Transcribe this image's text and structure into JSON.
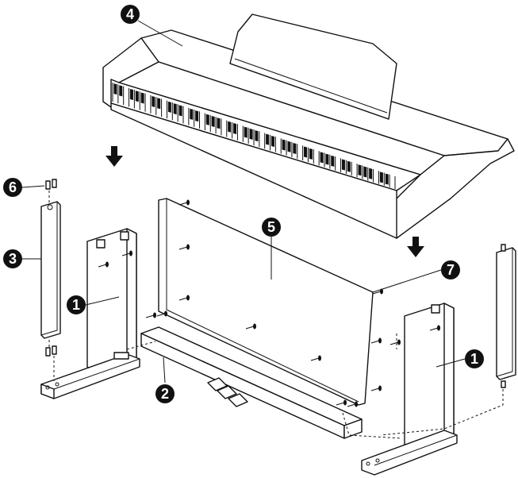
{
  "callouts": {
    "c1_left": "1",
    "c1_right": "1",
    "c2": "2",
    "c3": "3",
    "c4": "4",
    "c5": "5",
    "c6": "6",
    "c7": "7"
  },
  "colors": {
    "line": "#111111",
    "background": "#ffffff",
    "badge": "#111111",
    "badge_text": "#ffffff"
  },
  "icons": [
    "down-arrow-icon",
    "screw-icon",
    "dowel-icon"
  ]
}
